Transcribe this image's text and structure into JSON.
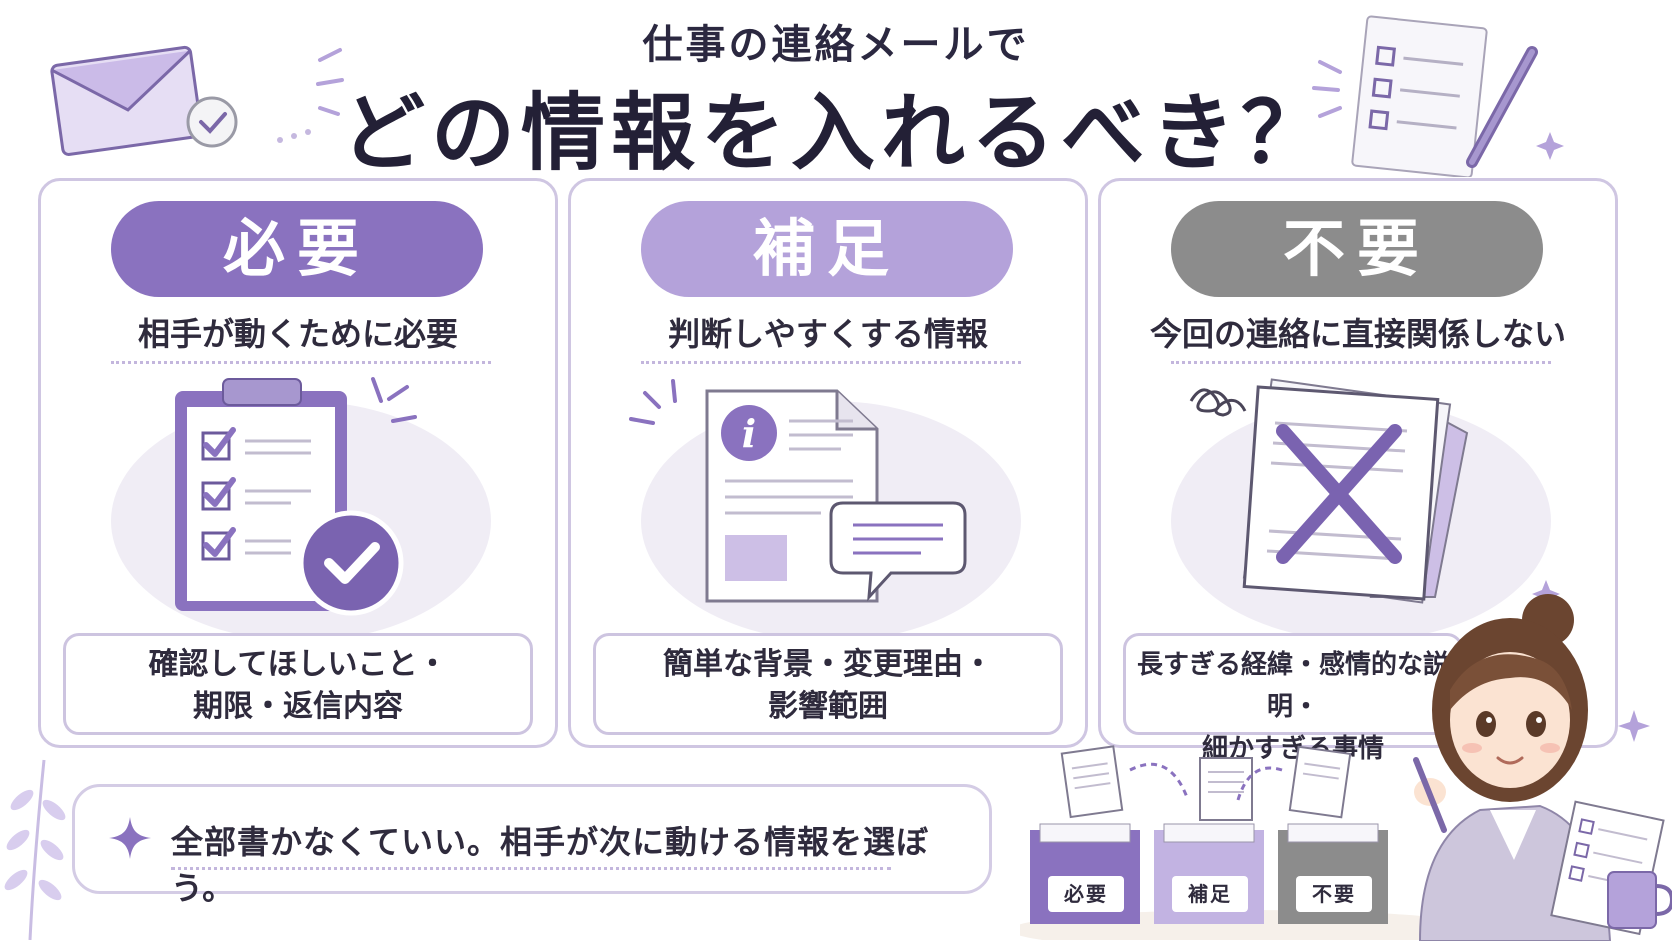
{
  "title": {
    "subtitle": "仕事の連絡メールで",
    "main": "どの情報を入れるべき？"
  },
  "cards": [
    {
      "label": "必要",
      "subtitle": "相手が動くために必要",
      "box_lines": [
        "確認してほしいこと・",
        "期限・返信内容"
      ],
      "color": "#8a72bf"
    },
    {
      "label": "補足",
      "subtitle": "判断しやすくする情報",
      "box_lines": [
        "簡単な背景・変更理由・",
        "影響範囲"
      ],
      "color": "#b4a2da"
    },
    {
      "label": "不要",
      "subtitle": "今回の連絡に直接関係しない",
      "box_lines": [
        "長すぎる経緯・感情的な説明・",
        "細かすぎる事情"
      ],
      "color": "#8c8c8c"
    }
  ],
  "message": "全部書かなくていい。相手が次に動ける情報を選ぼう。",
  "trays": [
    "必要",
    "補足",
    "不要"
  ],
  "icons": {
    "decor_top_left": "envelope-icon",
    "decor_top_right": "checklist-pen-icon",
    "card1": "clipboard-check-icon",
    "card2": "info-document-icon",
    "card3": "crossed-paper-icon",
    "message": "sparkle-icon",
    "character": "woman-character-illustration"
  },
  "colors": {
    "accent": "#8a72bf",
    "accent_light": "#b4a2da",
    "gray": "#8c8c8c",
    "border": "#cfc6e2"
  }
}
